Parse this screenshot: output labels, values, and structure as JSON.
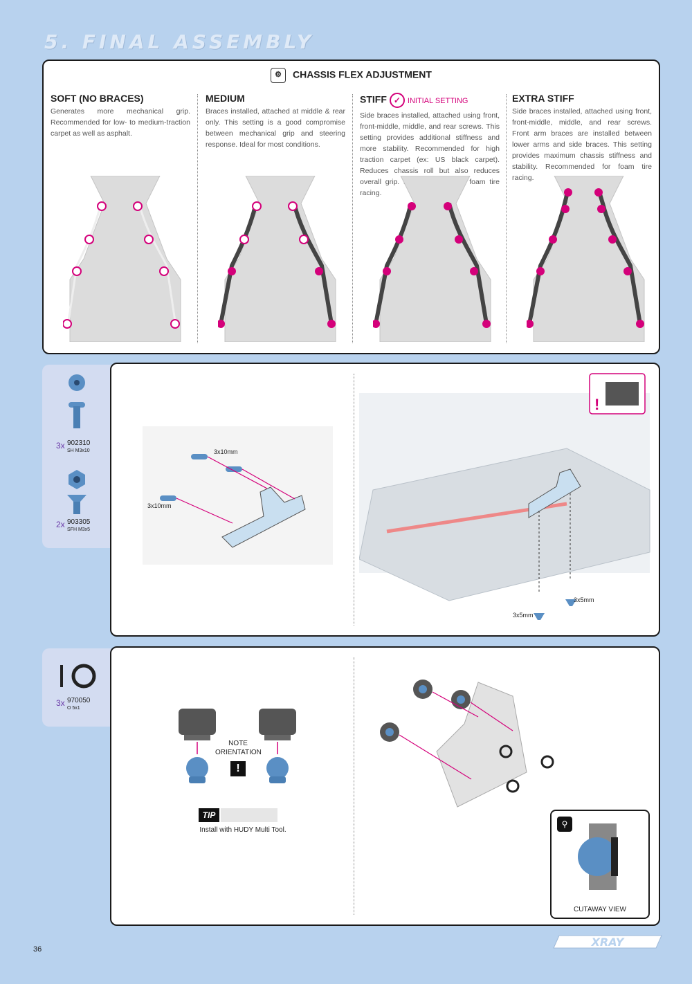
{
  "page": {
    "title": "5. FINAL ASSEMBLY",
    "number": "36",
    "brand": "XRAY"
  },
  "chassis_flex": {
    "header": "CHASSIS FLEX ADJUSTMENT",
    "settings": [
      {
        "name": "SOFT (NO BRACES)",
        "desc": "Generates more mechanical grip. Recommended for low- to medium-traction carpet as well as asphalt."
      },
      {
        "name": "MEDIUM",
        "desc": "Braces installed, attached at middle & rear only. This setting is a good compromise between mechanical grip and steering response. Ideal for most conditions."
      },
      {
        "name": "STIFF",
        "badge": "INITIAL SETTING",
        "desc": "Side braces installed, attached using front, front-middle, middle, and rear screws. This setting provides additional stiffness and more stability. Recommended for high traction carpet (ex: US black carpet). Reduces chassis roll but also reduces overall grip. Recommended for foam tire racing."
      },
      {
        "name": "EXTRA STIFF",
        "desc": "Side braces installed, attached using front, front-middle, middle, and rear screws. Front arm braces are installed between lower arms and side braces. This setting provides maximum chassis stiffness and stability. Recommended for foam tire racing."
      }
    ]
  },
  "step1": {
    "parts": [
      {
        "qty": "3x",
        "code": "902310",
        "desc": "SH M3x10"
      },
      {
        "qty": "2x",
        "code": "903305",
        "desc": "SFH M3x5"
      }
    ],
    "labels": {
      "a": "3x10mm",
      "b": "3x10mm",
      "c": "3x5mm",
      "d": "3x5mm"
    }
  },
  "step2": {
    "parts": [
      {
        "qty": "3x",
        "code": "970050",
        "desc": "O 5x1"
      }
    ],
    "note": "NOTE ORIENTATION",
    "tip_label": "TIP",
    "tip_text": "Install with HUDY Multi Tool.",
    "cutaway": "CUTAWAY VIEW"
  },
  "colors": {
    "accent": "#d4007a",
    "background": "#b8d2ee",
    "part_blue": "#5a8fc4"
  }
}
